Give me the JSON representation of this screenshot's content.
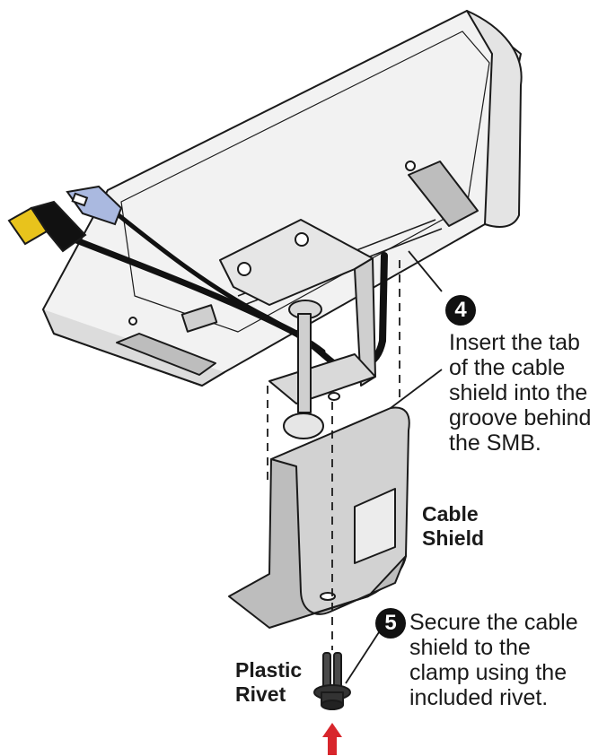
{
  "steps": [
    {
      "number": "4",
      "text": "Insert the tab\nof the cable\nshield into the\ngroove behind\nthe SMB."
    },
    {
      "number": "5",
      "text": "Secure the cable\nshield to the\nclamp using the\nincluded rivet."
    }
  ],
  "labels": {
    "cable_shield": "Cable\nShield",
    "plastic_rivet": "Plastic\nRivet"
  },
  "colors": {
    "line": "#1a1a1a",
    "panel_fill": "#f2f2f2",
    "metal_fill": "#d9d9d9",
    "shadow_fill": "#bdbdbd",
    "cable": "#111111",
    "usb_plug": "#aab9e0",
    "arrow": "#d8262c"
  }
}
